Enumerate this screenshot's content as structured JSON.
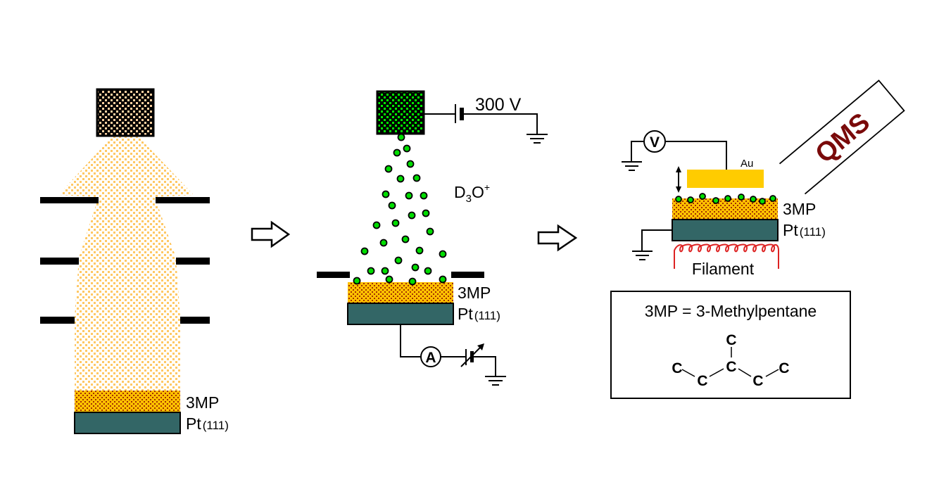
{
  "colors": {
    "beam": "#ffc864",
    "source_dots": "#ffd0a0",
    "ion_source_dots": "#00ee00",
    "ion": "#00dd00",
    "film_base": "#ffc000",
    "film_dots": "#a03000",
    "substrate": "#336666",
    "au": "#ffcc00",
    "filament": "#dd2222",
    "qms_text": "#7a0a0a"
  },
  "panel1": {
    "film_label": "3MP",
    "substrate_label": "Pt",
    "substrate_sub": "(111)"
  },
  "panel2": {
    "voltage_label": "300 V",
    "ion_label_main": "D",
    "ion_label_sub": "3",
    "ion_label_o": "O",
    "ion_label_sup": "+",
    "ammeter_label": "A",
    "film_label": "3MP",
    "substrate_label": "Pt",
    "substrate_sub": "(111)"
  },
  "panel3": {
    "voltmeter_label": "V",
    "au_label": "Au",
    "qms_label": "QMS",
    "film_label": "3MP",
    "substrate_label": "Pt",
    "substrate_sub": "(111)",
    "filament_label": "Filament"
  },
  "legend": {
    "title": "3MP = 3-Methylpentane",
    "atoms": [
      "C",
      "C",
      "C",
      "C",
      "C",
      "C"
    ]
  }
}
